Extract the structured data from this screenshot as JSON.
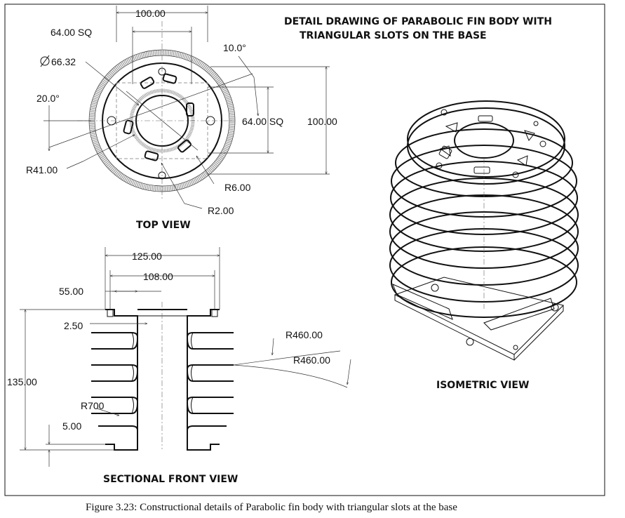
{
  "title": {
    "line1": "DETAIL DRAWING OF PARABOLIC FIN BODY WITH",
    "line2": "TRIANGULAR SLOTS ON THE BASE"
  },
  "views": {
    "top": "TOP VIEW",
    "front": "SECTIONAL FRONT VIEW",
    "iso": "ISOMETRIC VIEW"
  },
  "top_dims": {
    "width_top": "100.00",
    "sq_top": "64.00 SQ",
    "dia": "66.32",
    "angle10": "10.0°",
    "angle20": "20.0°",
    "sq_right": "64.00 SQ",
    "height_right": "100.00",
    "r41": "R41.00",
    "r6": "R6.00",
    "r2": "R2.00"
  },
  "front_dims": {
    "w125": "125.00",
    "w108": "108.00",
    "d55": "55.00",
    "d2_5": "2.50",
    "h135": "135.00",
    "r700": "R700",
    "d5": "5.00",
    "r460a": "R460.00",
    "r460b": "R460.00"
  },
  "caption": "Figure 3.23: Constructional details of Parabolic fin body with triangular slots at the base"
}
